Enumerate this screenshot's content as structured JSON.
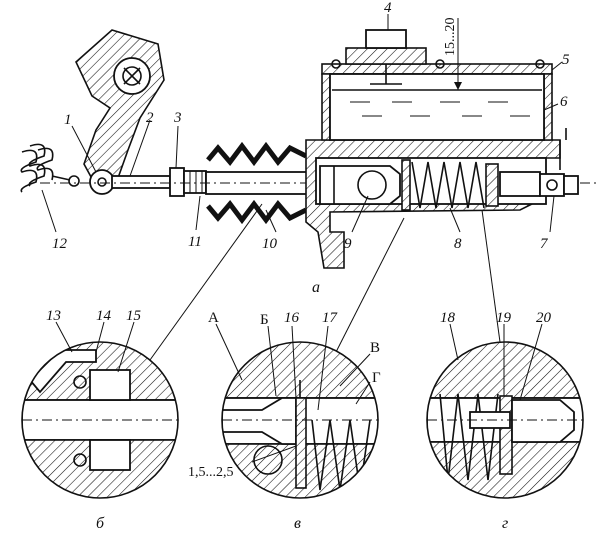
{
  "labels": {
    "n1": "1",
    "n2": "2",
    "n3": "3",
    "n4": "4",
    "n5": "5",
    "n6": "6",
    "n7": "7",
    "n8": "8",
    "n9": "9",
    "n10": "10",
    "n11": "11",
    "n12": "12",
    "n13": "13",
    "n14": "14",
    "n15": "15",
    "n16": "16",
    "n17": "17",
    "n18": "18",
    "n19": "19",
    "n20": "20",
    "letter_a": "А",
    "letter_b": "Б",
    "letter_v": "В",
    "letter_g": "Г",
    "gap_dim": "1,5...2,5",
    "level_dim": "15...20"
  },
  "captions": {
    "main": "а",
    "detail_b": "б",
    "detail_v": "в",
    "detail_g": "г"
  }
}
